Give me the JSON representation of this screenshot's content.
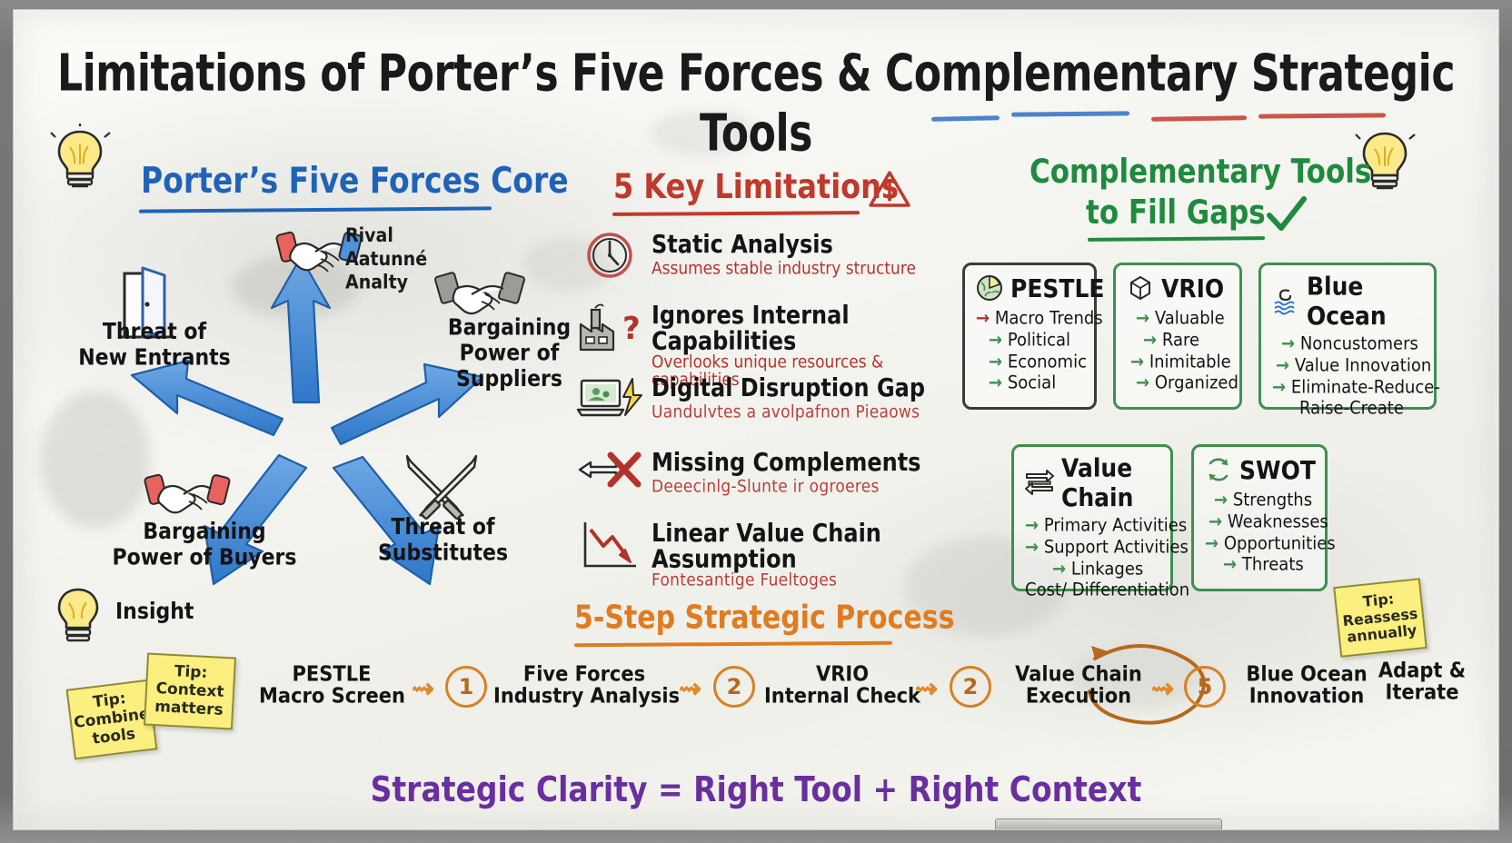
{
  "board": {
    "title": "Limitations of Porter’s Five Forces & Complementary Strategic Tools",
    "tagline": "Strategic Clarity = Right Tool + Right Context",
    "insight_label": "Insight"
  },
  "five_forces": {
    "heading": "Porter’s Five Forces Core",
    "heading_color": "#1e63b8",
    "nodes": [
      {
        "label": "Rival\nAatunné\nAnalty",
        "icon": "handshake-icon",
        "position": "top",
        "garbled": true
      },
      {
        "label": "Bargaining\nPower of\nSuppliers",
        "icon": "handshake-gray-icon",
        "position": "right",
        "garbled": false
      },
      {
        "label": "Threat of\nSubstitutes",
        "icon": "crossed-swords-icon",
        "position": "bottom-right",
        "garbled": false
      },
      {
        "label": "Bargaining\nPower of Buyers",
        "icon": "handshake-red-icon",
        "position": "bottom-left",
        "garbled": false
      },
      {
        "label": "Threat of\nNew Entrants",
        "icon": "open-door-icon",
        "position": "left",
        "garbled": false
      }
    ]
  },
  "limitations": {
    "heading": "5 Key Limitations",
    "heading_color": "#c0392b",
    "warning_icon": "warning-triangle-icon",
    "items": [
      {
        "icon": "clock-icon",
        "title": "Static Analysis",
        "subtitle": "Assumes stable industry structure",
        "garbled": false
      },
      {
        "icon": "factory-icon",
        "title": "Ignores Internal Capabilities",
        "subtitle": "Overlooks unique resources & capabilities",
        "garbled": false
      },
      {
        "icon": "laptop-icon",
        "title": "Digital Disruption Gap",
        "subtitle": "Uandulvtes  a avolpafnon Pieaows",
        "garbled": true
      },
      {
        "icon": "cross-icon",
        "title": "Missing Complements",
        "subtitle": "Deeecinlg-Slunte ir ogroeres",
        "garbled": true
      },
      {
        "icon": "downtrend-icon",
        "title": "Linear Value Chain Assumption",
        "subtitle": "Fontesantige Fueltoges",
        "garbled": true
      }
    ]
  },
  "tools": {
    "heading_line1": "Complementary Tools",
    "heading_line2": "to Fill Gaps",
    "heading_color": "#1f8a3d",
    "check_icon": "check-mark-icon",
    "cards": [
      {
        "title": "PESTLE",
        "icon": "globe-pie-icon",
        "border": "dark",
        "items": [
          "Macro Trends",
          "Political",
          "Economic",
          "Social"
        ],
        "indents": [
          0,
          14,
          14,
          14
        ],
        "first_arrow_red": true
      },
      {
        "title": "VRIO",
        "icon": "cube-icon",
        "border": "green",
        "items": [
          "Valuable",
          "Rare",
          "Inimitable",
          "Organized"
        ],
        "indents": [
          10,
          18,
          4,
          10
        ],
        "first_arrow_red": false
      },
      {
        "title": "Blue Ocean",
        "icon": "wave-icon",
        "border": "green",
        "items": [
          "Noncustomers",
          "Value Innovation",
          "Eliminate-Reduce-",
          "Raise-Create"
        ],
        "indents": [
          10,
          4,
          0,
          30
        ],
        "first_arrow_red": false,
        "last_no_arrow": true
      },
      {
        "title": "Value Chain",
        "icon": "value-chain-icon",
        "border": "green",
        "items": [
          "Primary Activities",
          "Support Activities",
          "Linkages",
          "Cost/ Differentiation"
        ],
        "indents": [
          0,
          0,
          30,
          0
        ],
        "first_arrow_red": false,
        "last_no_arrow": true
      },
      {
        "title": "SWOT",
        "icon": "swot-cycle-icon",
        "border": "green",
        "items": [
          "Strengths",
          "Weaknesses",
          "Opportunities",
          "Threats"
        ],
        "indents": [
          10,
          4,
          0,
          20
        ],
        "first_arrow_red": false
      }
    ]
  },
  "process": {
    "heading": "5-Step Strategic Process",
    "heading_color": "#e07b1f",
    "steps": [
      {
        "number": "",
        "line1": "PESTLE",
        "line2": "Macro Screen"
      },
      {
        "number": "1",
        "line1": "Five Forces",
        "line2": "Industry Analysis"
      },
      {
        "number": "2",
        "line1": "VRIO",
        "line2": "Internal Check"
      },
      {
        "number": "2",
        "line1": "Value Chain",
        "line2": "Execution"
      },
      {
        "number": "5",
        "line1": "Blue Ocean",
        "line2": "Innovation"
      }
    ],
    "loop_label_line1": "Adapt &",
    "loop_label_line2": "Iterate"
  },
  "sticky_notes": [
    {
      "lines": "Tip:\nCombine\ntools",
      "position": "bottom-left-1"
    },
    {
      "lines": "Tip:\nContext\nmatters",
      "position": "bottom-left-2"
    },
    {
      "lines": "Tip:\nReassess\nannually",
      "position": "right"
    }
  ],
  "icons": {
    "bulb_top_left": "lightbulb-icon",
    "bulb_top_right": "lightbulb-icon",
    "bulb_bottom_left": "lightbulb-icon"
  }
}
